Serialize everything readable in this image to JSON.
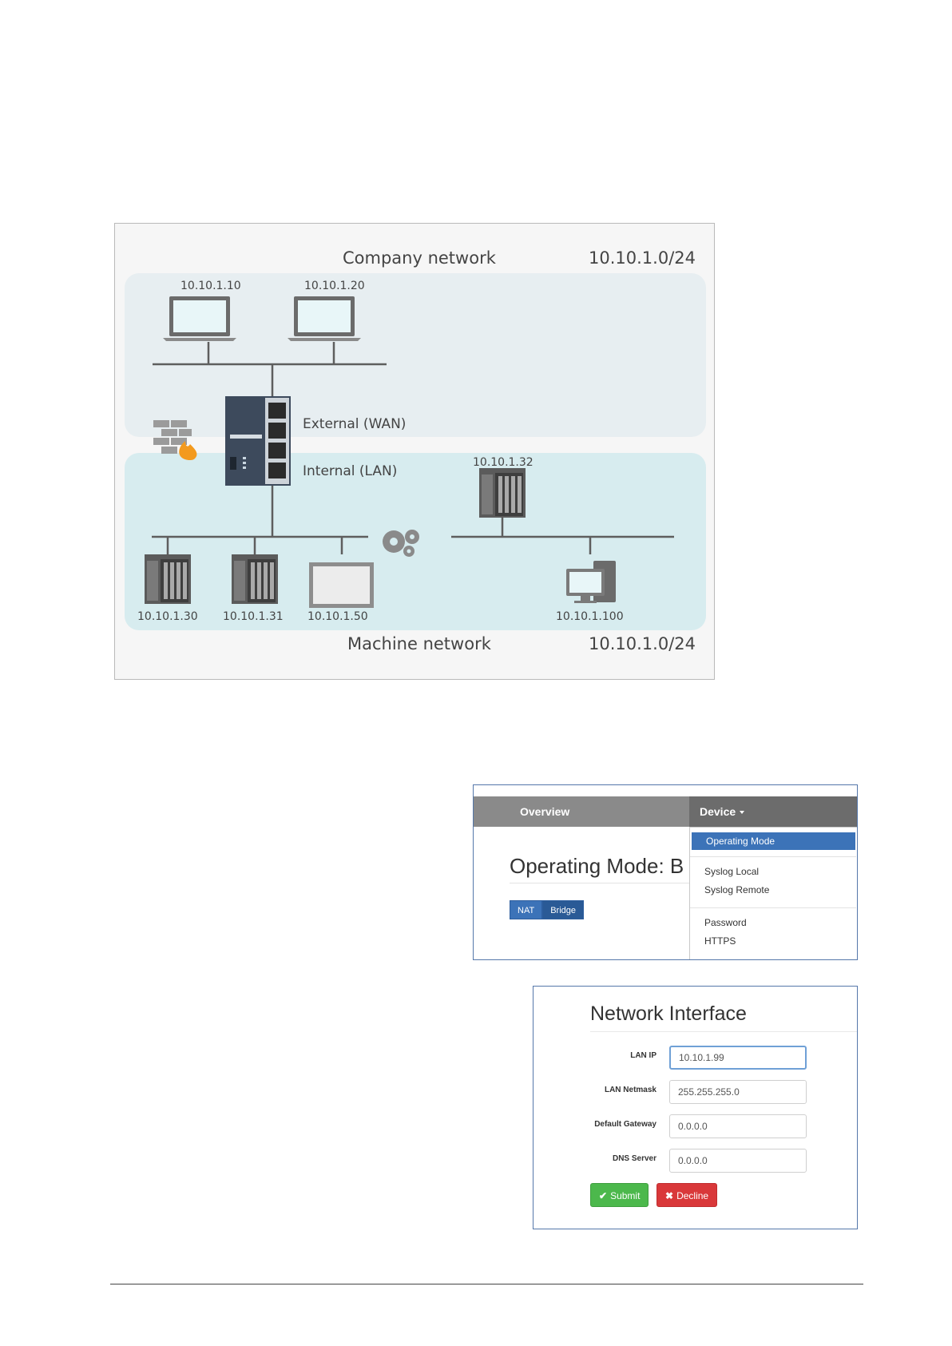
{
  "diagram": {
    "company_network_label": "Company network",
    "company_subnet": "10.10.1.0/24",
    "machine_network_label": "Machine network",
    "machine_subnet": "10.10.1.0/24",
    "external_port_label": "External (WAN)",
    "internal_port_label": "Internal (LAN)",
    "hosts": {
      "laptop1": "10.10.1.10",
      "laptop2": "10.10.1.20",
      "plc_top": "10.10.1.32",
      "plc1": "10.10.1.30",
      "plc2": "10.10.1.31",
      "panel": "10.10.1.50",
      "pc": "10.10.1.100"
    },
    "colors": {
      "company_zone": "#e7eef1",
      "machine_zone": "#d7ecef",
      "lines": "#5e5e5e"
    }
  },
  "menu_screenshot": {
    "nav": {
      "overview": "Overview",
      "device": "Device"
    },
    "title": "Operating Mode: B",
    "mode_buttons": [
      "NAT",
      "Bridge"
    ],
    "dropdown_items": {
      "operating_mode": "Operating Mode",
      "syslog_local": "Syslog Local",
      "syslog_remote": "Syslog Remote",
      "password": "Password",
      "https": "HTTPS"
    },
    "colors": {
      "navbar": "#8a8a8a",
      "nav_active": "#6c6c6c",
      "primary": "#3c73b8"
    }
  },
  "form_screenshot": {
    "title": "Network Interface",
    "fields": {
      "lan_ip": {
        "label": "LAN IP",
        "value": "10.10.1.99"
      },
      "lan_netmask": {
        "label": "LAN Netmask",
        "value": "255.255.255.0"
      },
      "default_gateway": {
        "label": "Default Gateway",
        "value": "0.0.0.0"
      },
      "dns_server": {
        "label": "DNS Server",
        "value": "0.0.0.0"
      }
    },
    "buttons": {
      "submit": "Submit",
      "decline": "Decline"
    },
    "colors": {
      "submit": "#4cb84c",
      "decline": "#d9383a"
    }
  }
}
